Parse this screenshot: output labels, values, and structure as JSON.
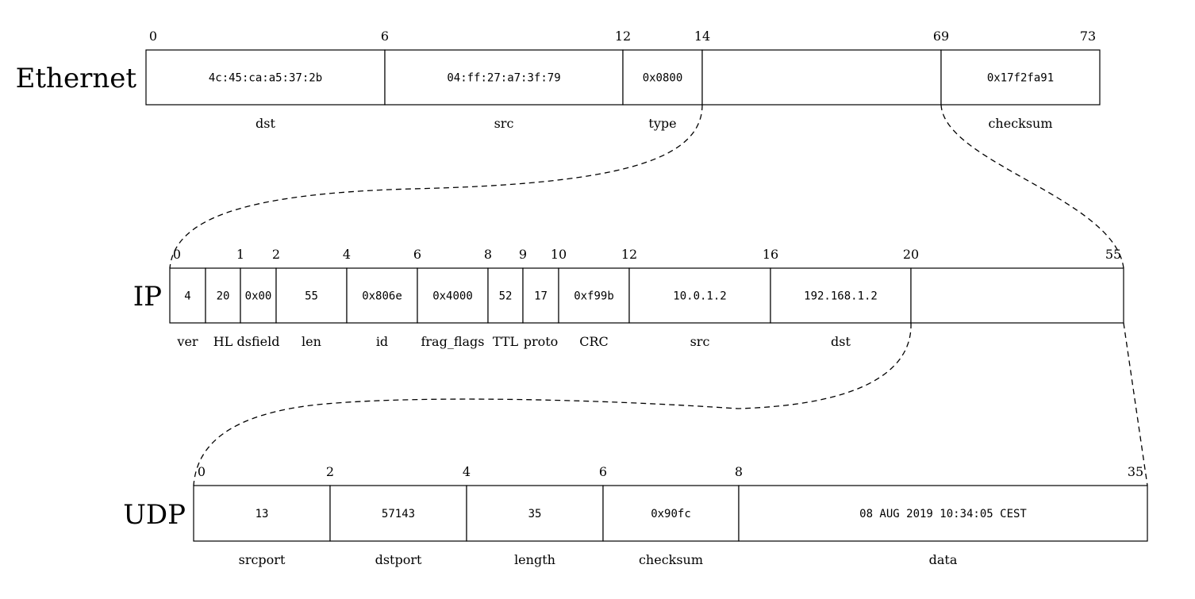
{
  "layers": [
    {
      "name": "Ethernet",
      "offsets": [
        "0",
        "6",
        "12",
        "14",
        "69",
        "73"
      ],
      "fields": [
        {
          "value": "4c:45:ca:a5:37:2b",
          "label": "dst"
        },
        {
          "value": "04:ff:27:a7:3f:79",
          "label": "src"
        },
        {
          "value": "0x0800",
          "label": "type"
        },
        {
          "value": "",
          "label": ""
        },
        {
          "value": "0x17f2fa91",
          "label": "checksum"
        }
      ]
    },
    {
      "name": "IP",
      "offsets": [
        "0",
        "1",
        "2",
        "4",
        "6",
        "8",
        "9",
        "10",
        "12",
        "16",
        "20",
        "55"
      ],
      "fields": [
        {
          "value": "4",
          "label": "ver"
        },
        {
          "value": "20",
          "label": "HL"
        },
        {
          "value": "0x00",
          "label": "dsfield"
        },
        {
          "value": "55",
          "label": "len"
        },
        {
          "value": "0x806e",
          "label": "id"
        },
        {
          "value": "0x4000",
          "label": "frag_flags"
        },
        {
          "value": "52",
          "label": "TTL"
        },
        {
          "value": "17",
          "label": "proto"
        },
        {
          "value": "0xf99b",
          "label": "CRC"
        },
        {
          "value": "10.0.1.2",
          "label": "src"
        },
        {
          "value": "192.168.1.2",
          "label": "dst"
        },
        {
          "value": "",
          "label": ""
        }
      ]
    },
    {
      "name": "UDP",
      "offsets": [
        "0",
        "2",
        "4",
        "6",
        "8",
        "35"
      ],
      "fields": [
        {
          "value": "13",
          "label": "srcport"
        },
        {
          "value": "57143",
          "label": "dstport"
        },
        {
          "value": "35",
          "label": "length"
        },
        {
          "value": "0x90fc",
          "label": "checksum"
        },
        {
          "value": "08 AUG 2019 10:34:05 CEST",
          "label": "data"
        }
      ]
    }
  ]
}
